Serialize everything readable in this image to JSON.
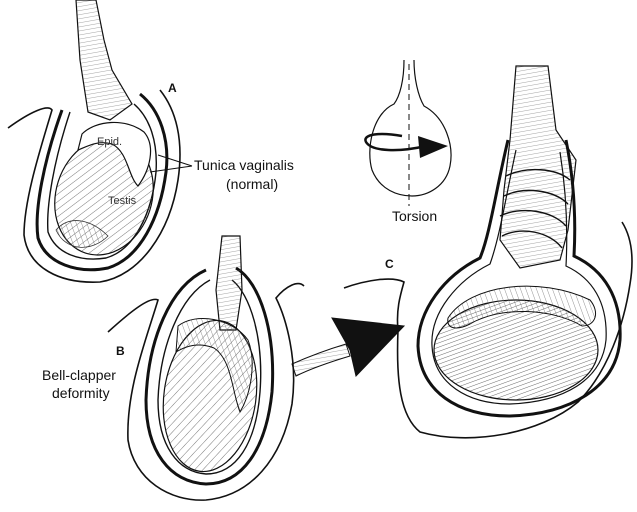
{
  "panels": {
    "a": {
      "letter": "A",
      "epididymis_label": "Epid.",
      "testis_label": "Testis"
    },
    "b": {
      "letter": "B",
      "caption_line1": "Bell-clapper",
      "caption_line2": "deformity"
    },
    "c": {
      "letter": "C"
    }
  },
  "callouts": {
    "tunica_line1": "Tunica vaginalis",
    "tunica_line2": "(normal)",
    "torsion": "Torsion"
  },
  "colors": {
    "ink": "#111111",
    "hatch": "#555555",
    "background": "#ffffff"
  }
}
